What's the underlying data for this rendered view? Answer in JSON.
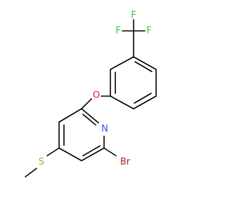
{
  "molecule": {
    "atom_labels": {
      "fluorine_top_left": "F",
      "fluorine_top_right": "F",
      "fluorine_right": "F",
      "oxygen": "O",
      "nitrogen": "N",
      "sulfur": "S",
      "bromine": "Br"
    },
    "colors": {
      "fluorine": "#33cc33",
      "oxygen": "#ff0d0d",
      "nitrogen": "#3050f8",
      "sulfur": "#c6a02d",
      "bromine": "#a62929",
      "bond": "#000000"
    }
  }
}
